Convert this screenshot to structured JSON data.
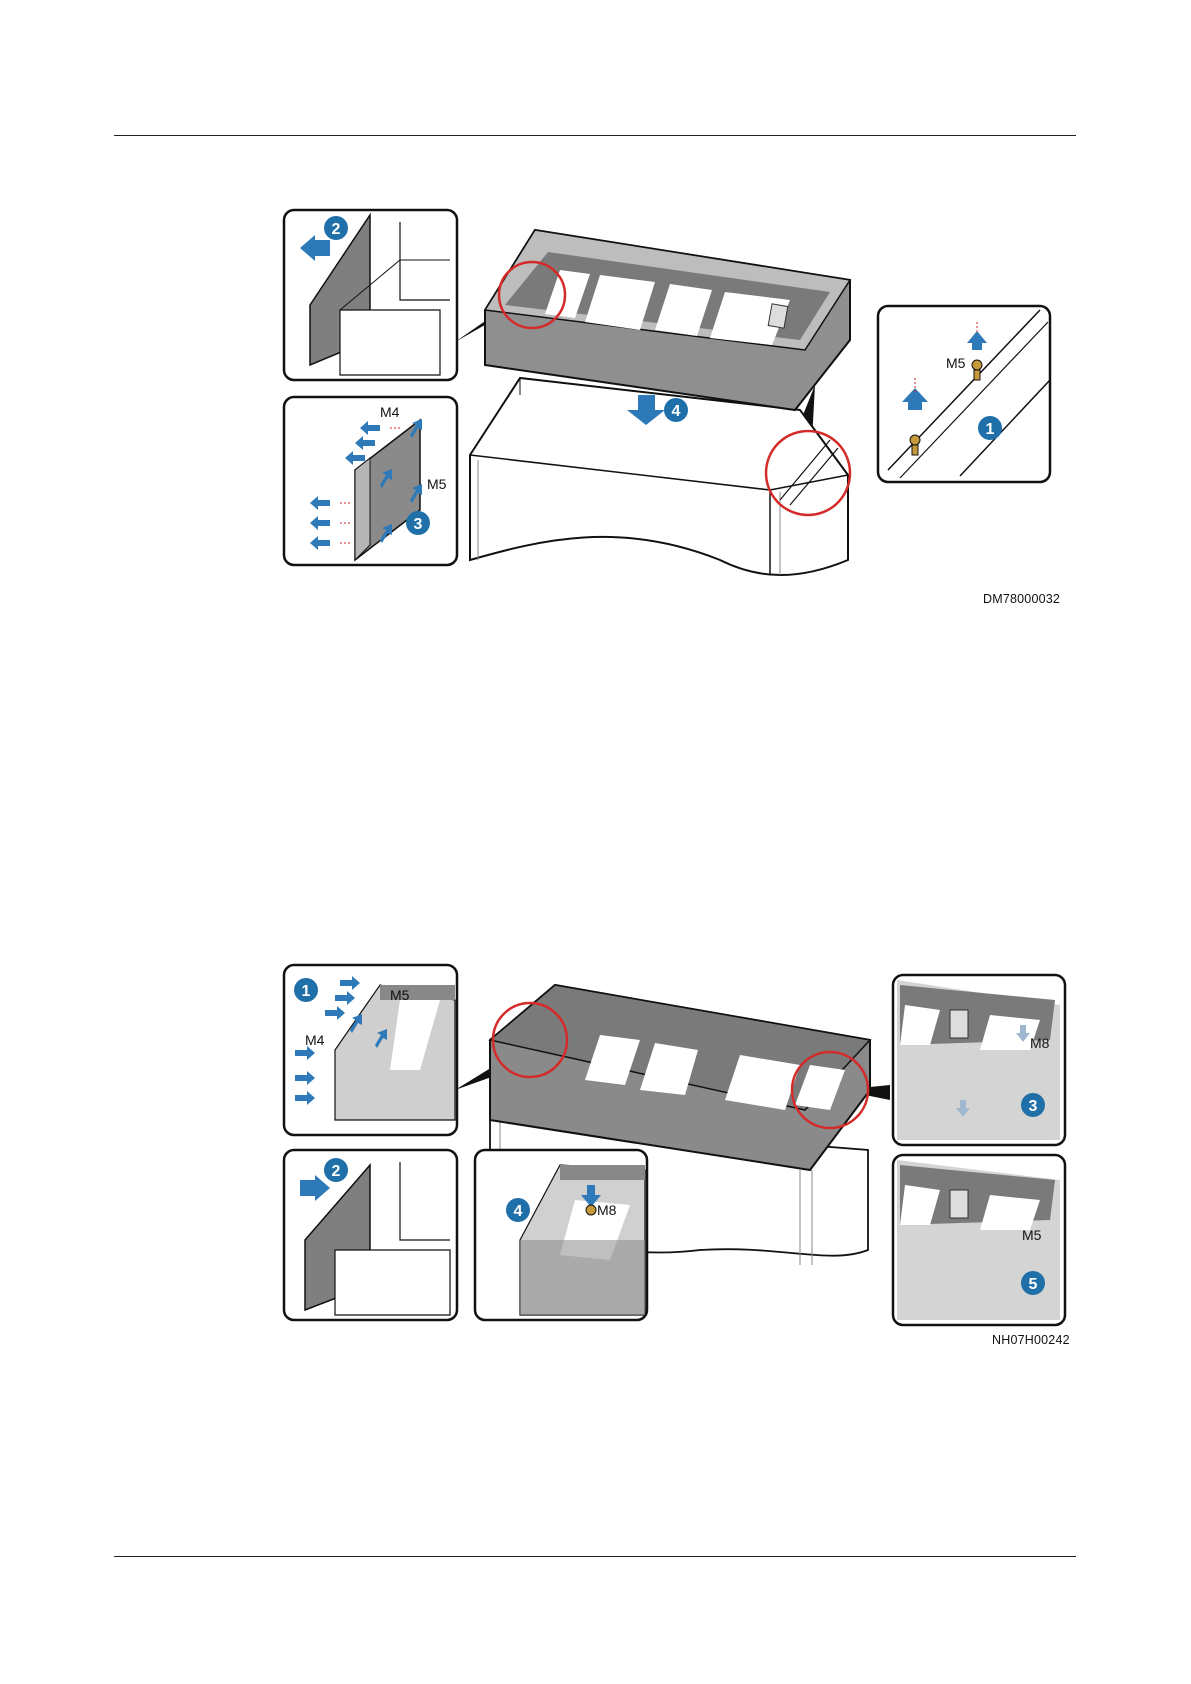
{
  "figure_1": {
    "code": "DM78000032",
    "steps": {
      "s1": "1",
      "s2": "2",
      "s3": "3",
      "s4": "4"
    },
    "labels": {
      "m5_detail": "M5",
      "m4_detail": "M4",
      "m5_side": "M5"
    }
  },
  "figure_2": {
    "code": "NH07H00242",
    "steps": {
      "s1": "1",
      "s2": "2",
      "s3": "3",
      "s4": "4",
      "s5": "5"
    },
    "labels": {
      "m5_top": "M5",
      "m4_left": "M4",
      "m8_right": "M8",
      "m8_mid": "M8",
      "m5_bottom": "M5"
    }
  },
  "colors": {
    "step_circle": "#1f6fa8",
    "arrow_blue": "#2e7ab8",
    "highlight_red": "#d42a2a",
    "panel_gray": "#8a8a8a",
    "frame_border": "#111111"
  }
}
